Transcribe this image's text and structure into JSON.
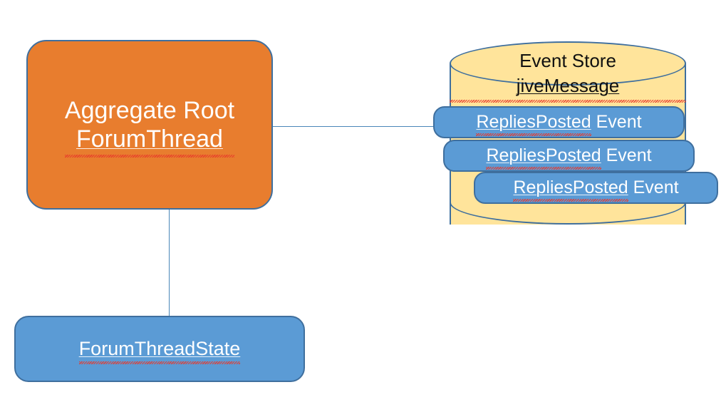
{
  "diagram": {
    "type": "event-sourcing-architecture",
    "background_color": "#FFFFFF",
    "colors": {
      "aggregate_fill": "#E87D2E",
      "event_fill": "#5B9BD5",
      "store_fill": "#FFE49B",
      "shape_border": "#3F6F9E",
      "connector": "#4A86B8",
      "spellcheck_underline": "#E8392B",
      "light_text": "#FFFFFF",
      "dark_text": "#101010"
    },
    "aggregate_root": {
      "name": "aggregate-root-node",
      "line1": "Aggregate Root",
      "line2": "ForumThread",
      "shape": "rounded-rectangle"
    },
    "state_box": {
      "name": "forum-thread-state-node",
      "label": "ForumThreadState",
      "shape": "rounded-rectangle"
    },
    "event_store": {
      "name": "event-store-cylinder",
      "shape": "cylinder",
      "line1": "Event Store",
      "line2": "jiveMessage"
    },
    "events": [
      {
        "label_spelled": "RepliesPosted",
        "label_rest": " Event"
      },
      {
        "label_spelled": "RepliesPosted",
        "label_rest": " Event"
      },
      {
        "label_spelled": "RepliesPosted",
        "label_rest": " Event"
      }
    ],
    "connectors": [
      {
        "name": "aggregate-to-event-store-connector",
        "from": "aggregate_root",
        "to": "event_store",
        "orientation": "horizontal"
      },
      {
        "name": "aggregate-to-state-connector",
        "from": "aggregate_root",
        "to": "state_box",
        "orientation": "vertical"
      }
    ]
  }
}
